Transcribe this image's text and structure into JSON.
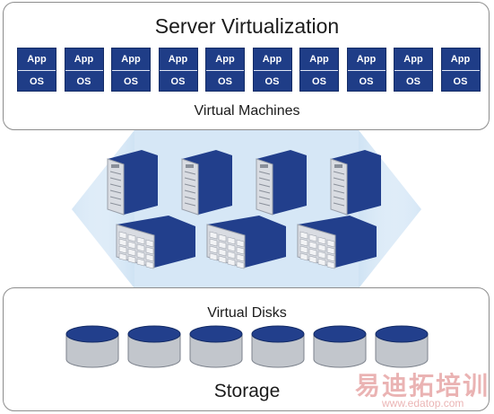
{
  "server_virtualization": {
    "title": "Server Virtualization",
    "vm_label": "Virtual Machines",
    "vm_count": 10,
    "vm_app_label": "App",
    "vm_os_label": "OS",
    "vm_color": "#1f3d87"
  },
  "hardware": {
    "tower_servers": 4,
    "rack_servers": 3,
    "server_color": "#223f8c"
  },
  "storage": {
    "disks_label": "Virtual Disks",
    "disk_count": 6,
    "title": "Storage"
  },
  "watermark": {
    "text": "易迪拓培训",
    "url": "www.edatop.com"
  }
}
